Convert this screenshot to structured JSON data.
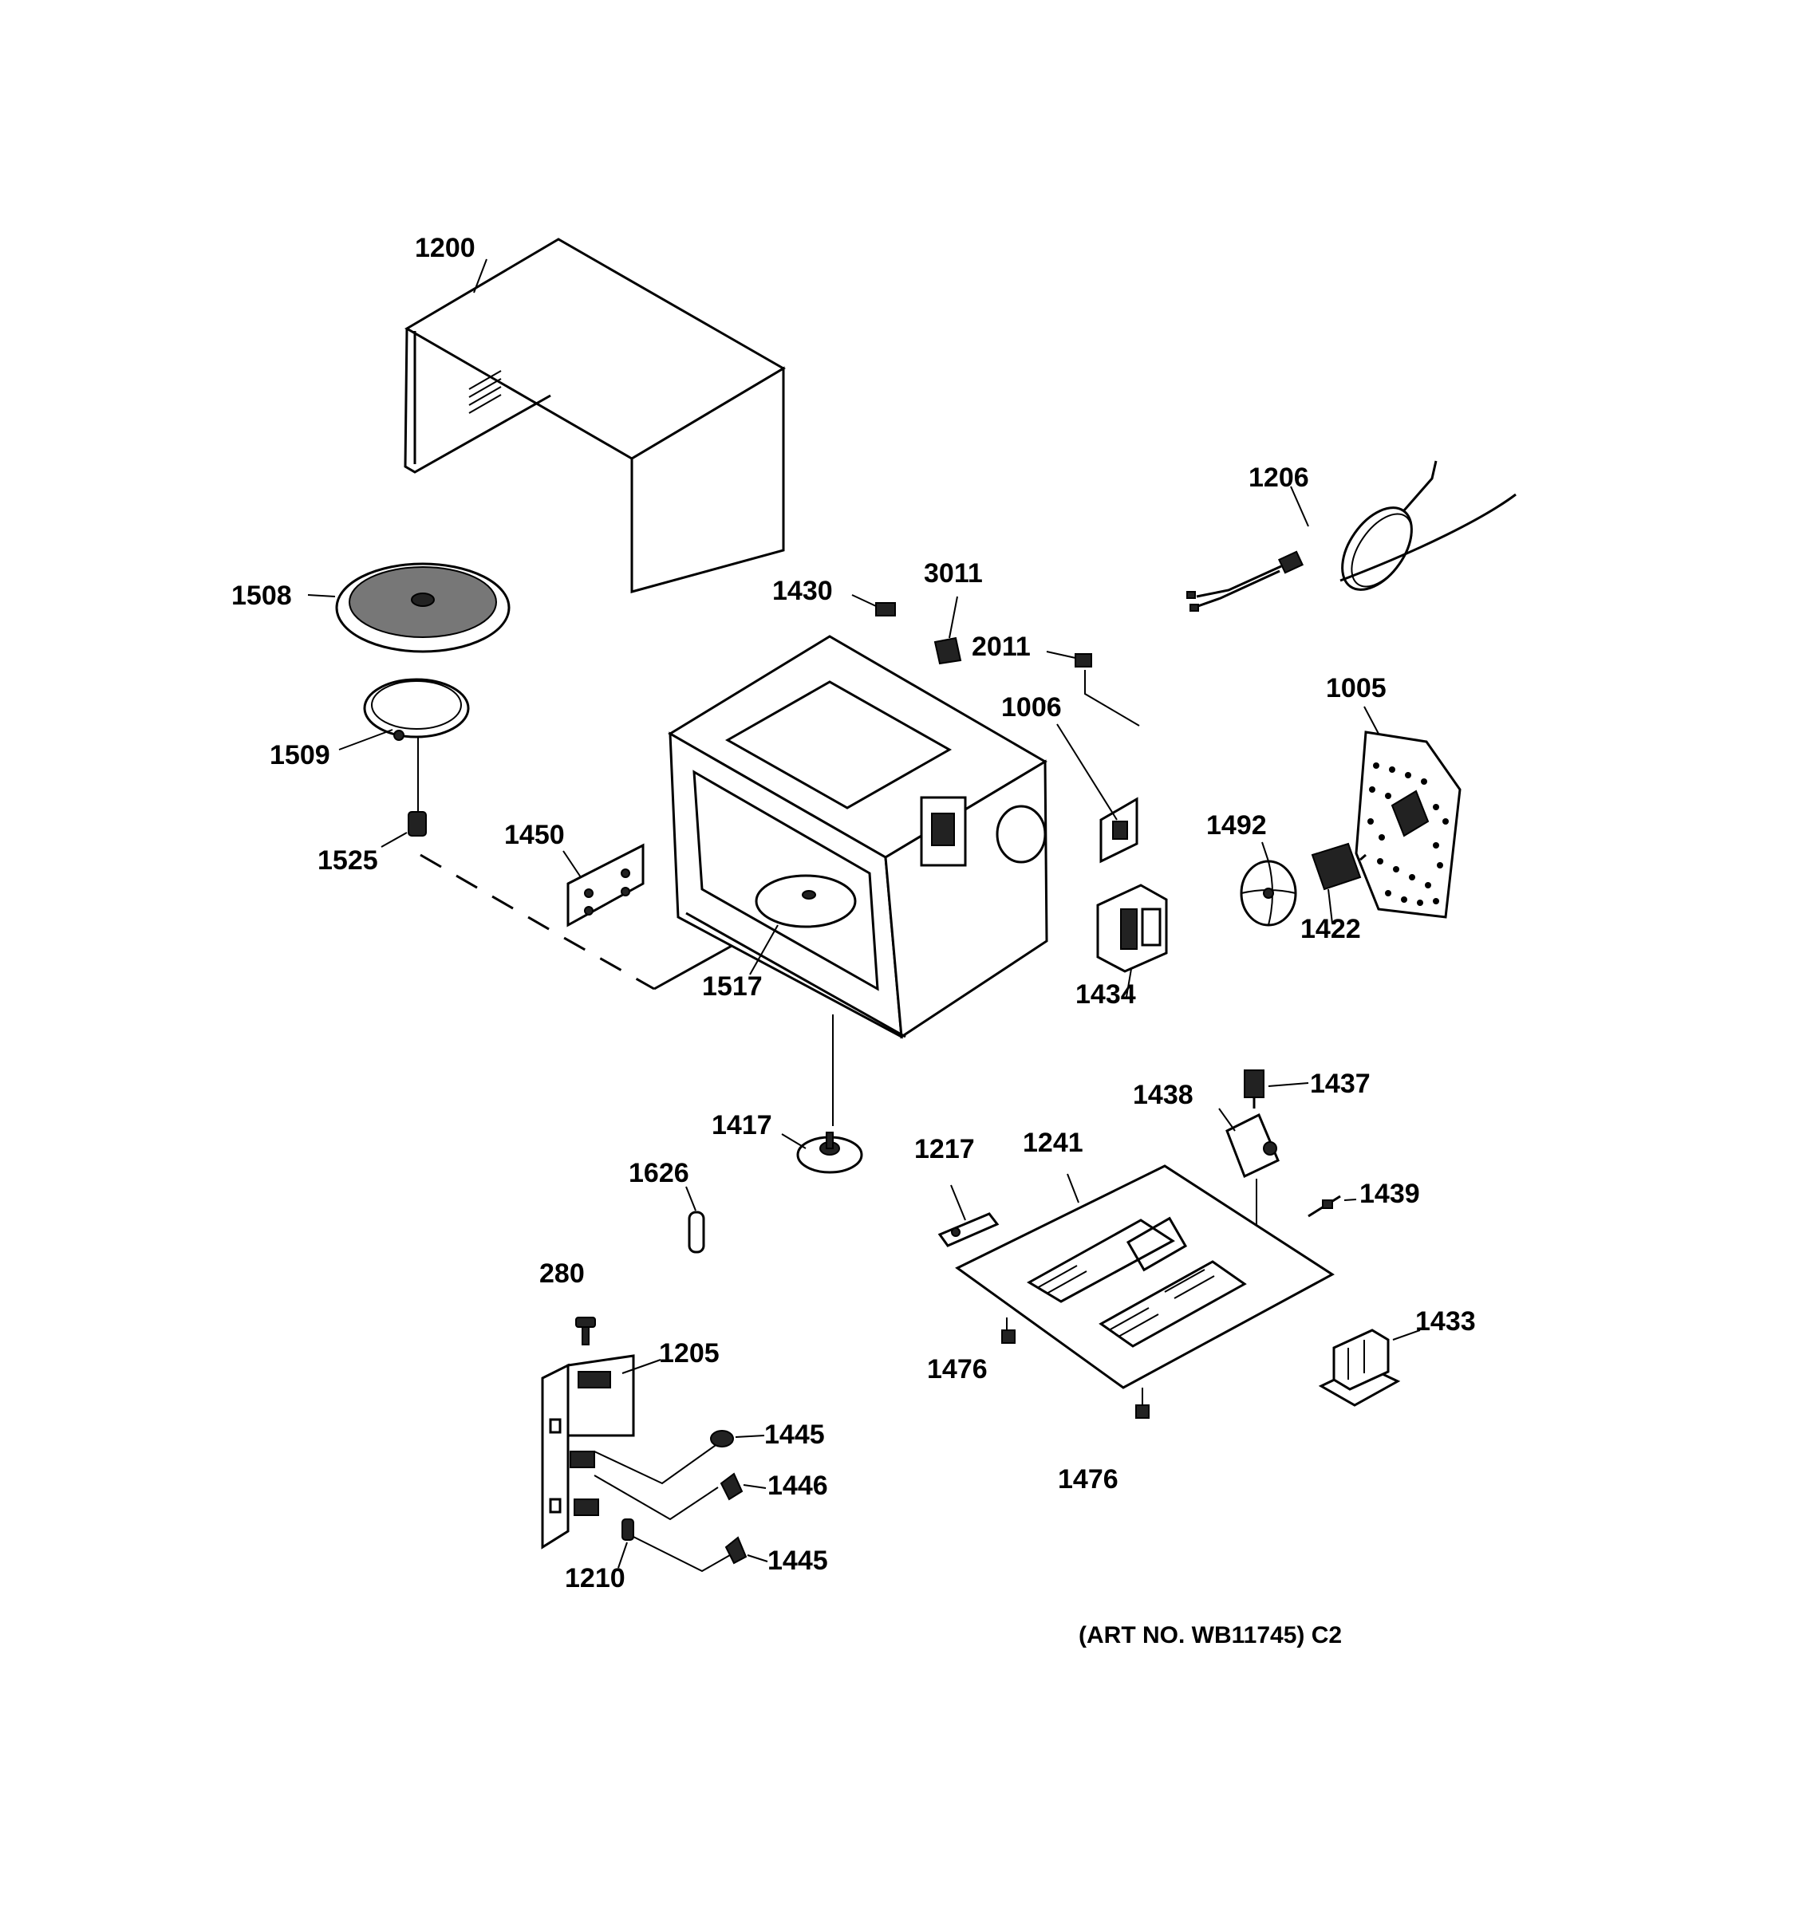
{
  "diagram": {
    "part_labels": {
      "p1200": "1200",
      "p1508": "1508",
      "p1509": "1509",
      "p1525": "1525",
      "p1450": "1450",
      "p1517": "1517",
      "p1430": "1430",
      "p3011": "3011",
      "p2011": "2011",
      "p1006": "1006",
      "p1206": "1206",
      "p1005": "1005",
      "p1492": "1492",
      "p1422": "1422",
      "p1434": "1434",
      "p1417": "1417",
      "p1626": "1626",
      "p1437": "1437",
      "p1438": "1438",
      "p1217": "1217",
      "p1241": "1241",
      "p1439": "1439",
      "p280": "280",
      "p1205": "1205",
      "p1476a": "1476",
      "p1476b": "1476",
      "p1433": "1433",
      "p1445a": "1445",
      "p1446": "1446",
      "p1445b": "1445",
      "p1210": "1210"
    },
    "art_number": "(ART NO. WB11745) C2"
  }
}
